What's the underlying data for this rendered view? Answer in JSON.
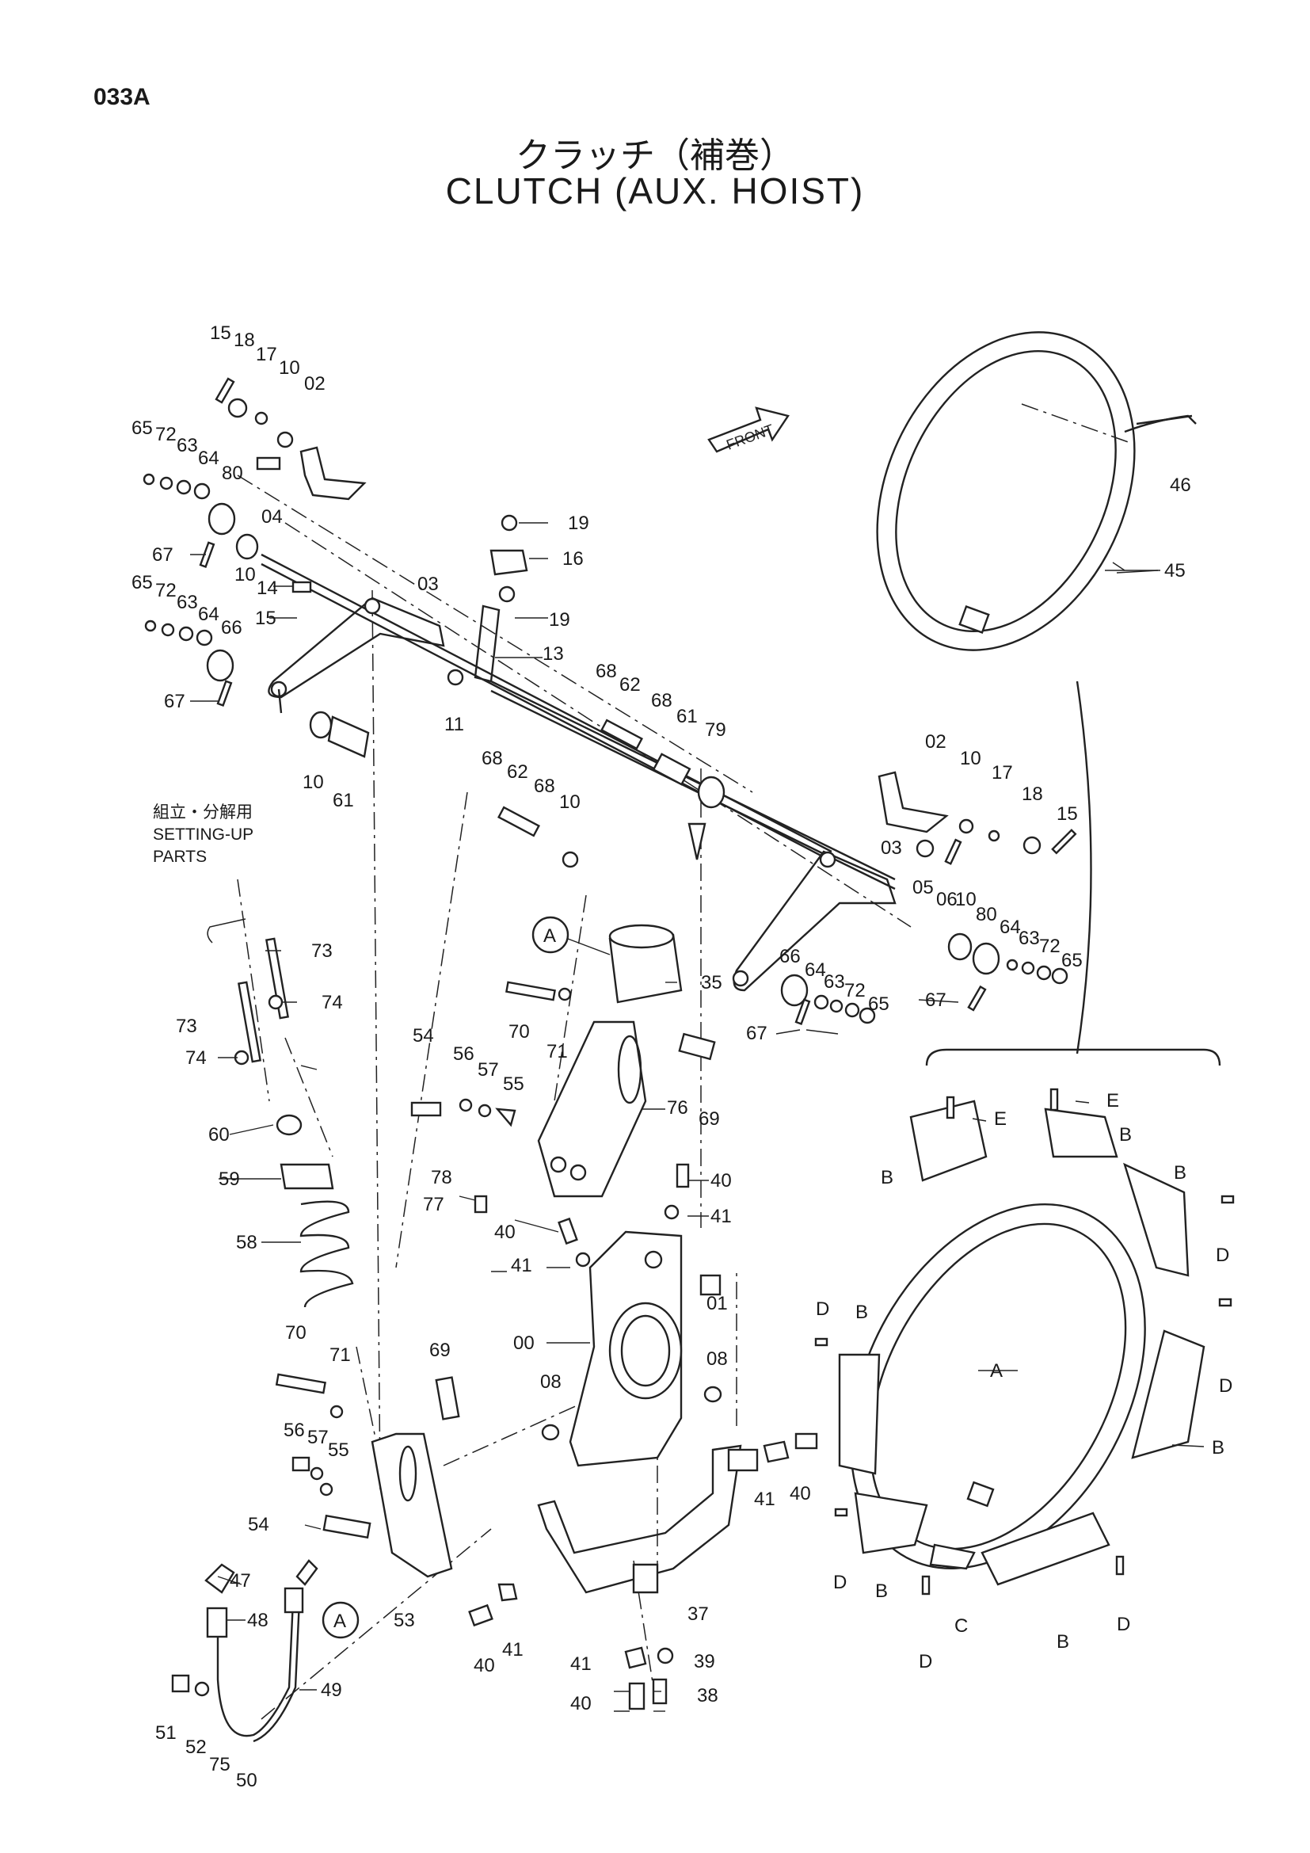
{
  "page_code": "033A",
  "title_jp": "クラッチ（補巻）",
  "title_en": "CLUTCH (AUX. HOIST)",
  "front_label": "FRONT",
  "setup_note": {
    "jp": "組立・分解用",
    "en_line1": "SETTING-UP",
    "en_line2": "PARTS"
  },
  "ref_A": "A",
  "callouts": {
    "c15a": "15",
    "c18a": "18",
    "c17a": "17",
    "c10a": "10",
    "c02a": "02",
    "c65a": "65",
    "c72a": "72",
    "c63a": "63",
    "c64a": "64",
    "c80a": "80",
    "c04": "04",
    "c67a": "67",
    "c10b": "10",
    "c14": "14",
    "c15b": "15",
    "c65b": "65",
    "c72b": "72",
    "c63b": "63",
    "c64b": "64",
    "c66a": "66",
    "c67b": "67",
    "c03a": "03",
    "c19a": "19",
    "c16": "16",
    "c19b": "19",
    "c13": "13",
    "c11": "11",
    "c10c": "10",
    "c61a": "61",
    "c68a": "68",
    "c62a": "62",
    "c68b": "68",
    "c61b": "61",
    "c79": "79",
    "c68c": "68",
    "c62b": "62",
    "c68d": "68",
    "c10d": "10",
    "c02b": "02",
    "c10e": "10",
    "c17b": "17",
    "c18b": "18",
    "c15c": "15",
    "c03b": "03",
    "c05": "05",
    "c06": "06",
    "c10f": "10",
    "c80b": "80",
    "c64c": "64",
    "c63c": "63",
    "c72c": "72",
    "c65c": "65",
    "c67c": "67",
    "c66b": "66",
    "c64d": "64",
    "c63d": "63",
    "c72d": "72",
    "c65d": "65",
    "c67d": "67",
    "c35": "35",
    "c70a": "70",
    "c71a": "71",
    "c69a": "69",
    "c76": "76",
    "c54a": "54",
    "c56a": "56",
    "c57a": "57",
    "c55a": "55",
    "c78": "78",
    "c77": "77",
    "c40a": "40",
    "c41a": "41",
    "c40b": "40",
    "c41b": "41",
    "c01": "01",
    "c00": "00",
    "c08a": "08",
    "c08b": "08",
    "c73a": "73",
    "c74a": "74",
    "c73b": "73",
    "c74b": "74",
    "c60": "60",
    "c59": "59",
    "c58": "58",
    "c70b": "70",
    "c71b": "71",
    "c69b": "69",
    "c56b": "56",
    "c57b": "57",
    "c55b": "55",
    "c54b": "54",
    "c53": "53",
    "c47": "47",
    "c48": "48",
    "c49": "49",
    "c51": "51",
    "c52": "52",
    "c75": "75",
    "c50": "50",
    "c40c": "40",
    "c41c": "41",
    "c37": "37",
    "c41d": "41",
    "c39": "39",
    "c40d": "40",
    "c38": "38",
    "c41e": "41",
    "c40e": "40",
    "c46": "46",
    "c45": "45",
    "cE1": "E",
    "cE2": "E",
    "cB1": "B",
    "cB2": "B",
    "cB3": "B",
    "cB4": "B",
    "cB5": "B",
    "cB6": "B",
    "cB7": "B",
    "cD1": "D",
    "cD2": "D",
    "cD3": "D",
    "cD4": "D",
    "cD5": "D",
    "cD6": "D",
    "cA": "A",
    "cC": "C"
  }
}
